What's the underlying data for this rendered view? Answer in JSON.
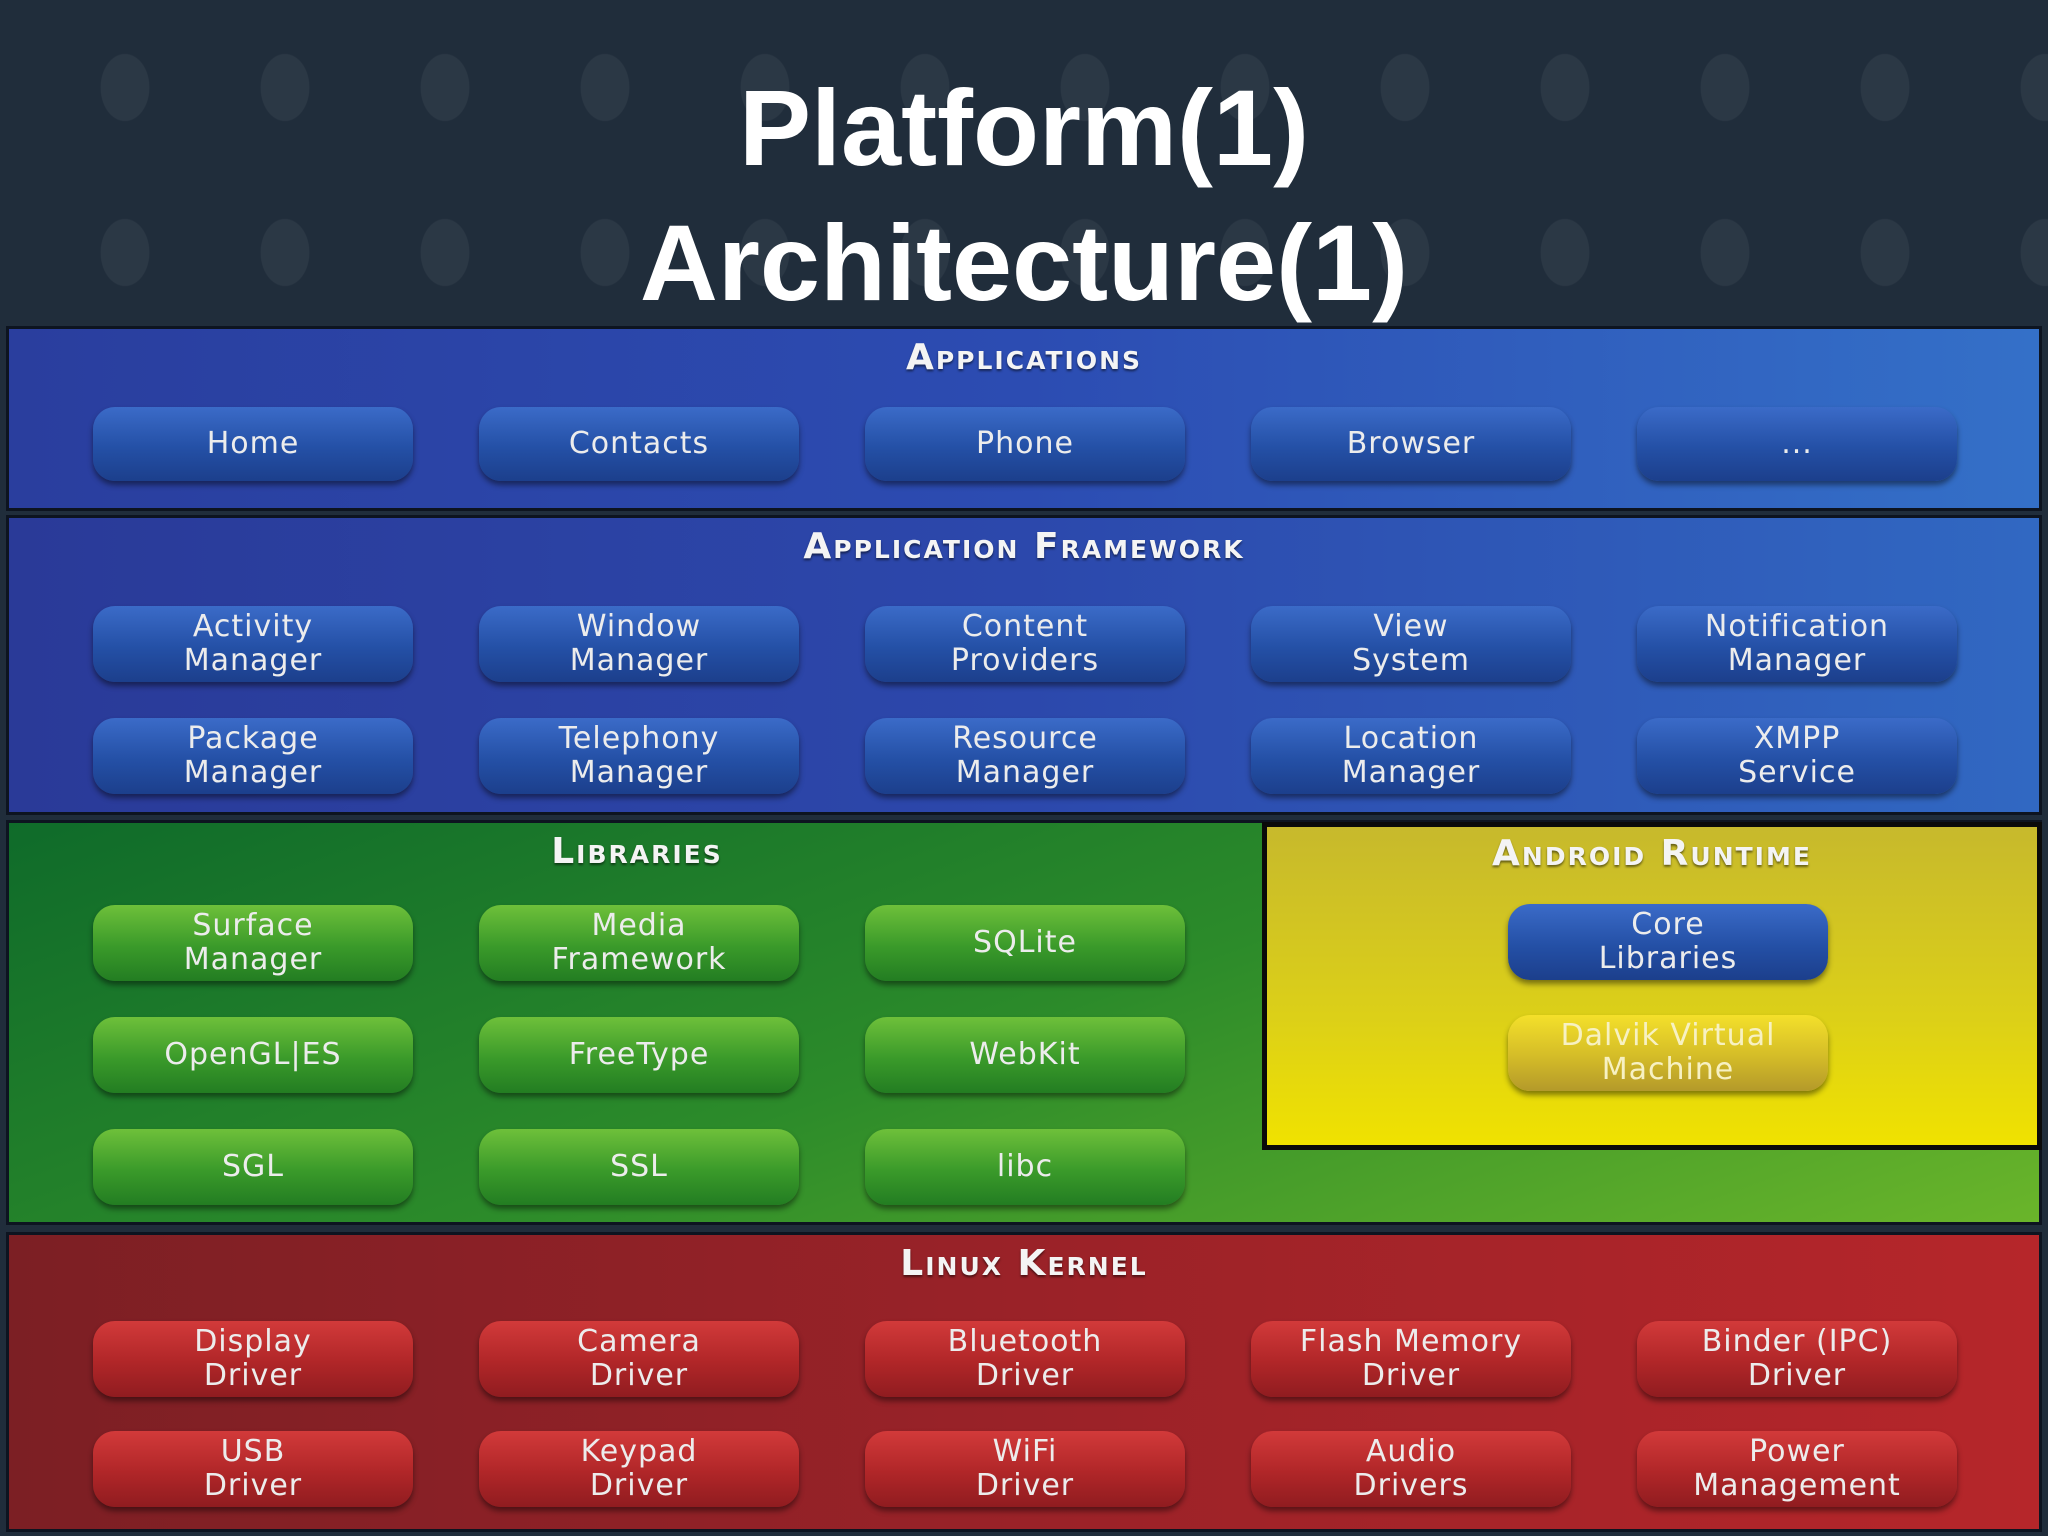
{
  "title": {
    "line1": "Platform(1)",
    "line2": "Architecture(1)"
  },
  "colors": {
    "background": "#202d3b",
    "applications": "#2c4cb2",
    "framework": "#2c48ac",
    "libraries": "#2c8b2a",
    "runtime": "#dcd018",
    "kernel": "#9a2228"
  },
  "applications": {
    "label": "Applications",
    "items": [
      "Home",
      "Contacts",
      "Phone",
      "Browser",
      "..."
    ]
  },
  "framework": {
    "label": "Application Framework",
    "row1": [
      "Activity\nManager",
      "Window\nManager",
      "Content\nProviders",
      "View\nSystem",
      "Notification\nManager"
    ],
    "row2": [
      "Package\nManager",
      "Telephony\nManager",
      "Resource\nManager",
      "Location\nManager",
      "XMPP\nService"
    ]
  },
  "libraries": {
    "label": "Libraries",
    "row1": [
      "Surface\nManager",
      "Media\nFramework",
      "SQLite"
    ],
    "row2": [
      "OpenGL|ES",
      "FreeType",
      "WebKit"
    ],
    "row3": [
      "SGL",
      "SSL",
      "libc"
    ]
  },
  "runtime": {
    "label": "Android Runtime",
    "core": "Core\nLibraries",
    "dalvik": "Dalvik Virtual\nMachine"
  },
  "kernel": {
    "label": "Linux Kernel",
    "row1": [
      "Display\nDriver",
      "Camera\nDriver",
      "Bluetooth\nDriver",
      "Flash Memory\nDriver",
      "Binder (IPC)\nDriver"
    ],
    "row2": [
      "USB\nDriver",
      "Keypad\nDriver",
      "WiFi\nDriver",
      "Audio\nDrivers",
      "Power\nManagement"
    ]
  }
}
